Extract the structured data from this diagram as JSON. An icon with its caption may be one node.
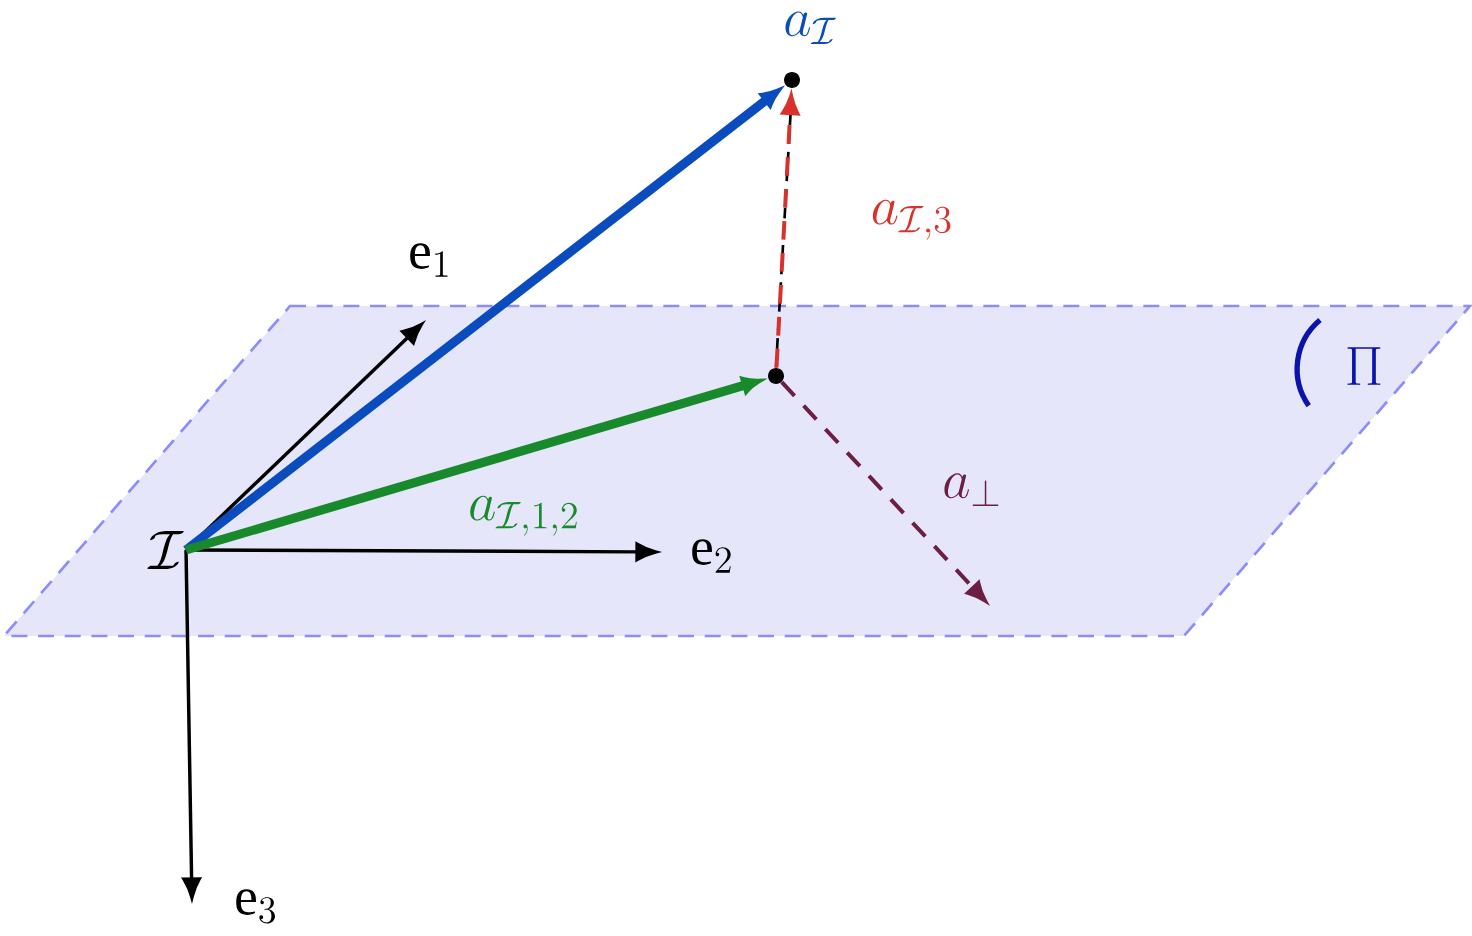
{
  "diagram": {
    "nodes": [
      {
        "text": [
          "\\Pi"
        ]
      },
      {
        "text": [
          "\\mathcal{I}"
        ],
        "in": 0
      },
      {
        "text": [],
        "shape": "circle"
      },
      {
        "text": [],
        "shape": "circle",
        "in": 0
      }
    ],
    "edges": [
      {
        "from": 1,
        "to": null,
        "arrow": "to",
        "label": "\\mathrm{e}_1"
      },
      {
        "from": 1,
        "to": null,
        "arrow": "to",
        "label": "\\mathrm{e}_2"
      },
      {
        "from": 1,
        "to": null,
        "arrow": "to",
        "label": "\\mathrm{e}_3"
      },
      {
        "from": 1,
        "to": 2,
        "arrow": "to",
        "label": "a_{\\mathcal{I}}",
        "style": "thick",
        "color": "#0a4bbd"
      },
      {
        "from": 1,
        "to": 3,
        "arrow": "to",
        "label": "a_{\\mathcal{I},1,2}",
        "style": "thick",
        "color": "#188a2c"
      },
      {
        "from": 3,
        "to": 2,
        "arrow": "to",
        "label": "a_{\\mathcal{I},3}",
        "style": "dashed",
        "color": "#d9312b"
      },
      {
        "from": 3,
        "to": null,
        "arrow": "to",
        "label": "a_\\perp",
        "style": "dashed",
        "color": "#6c1f42"
      }
    ]
  }
}
